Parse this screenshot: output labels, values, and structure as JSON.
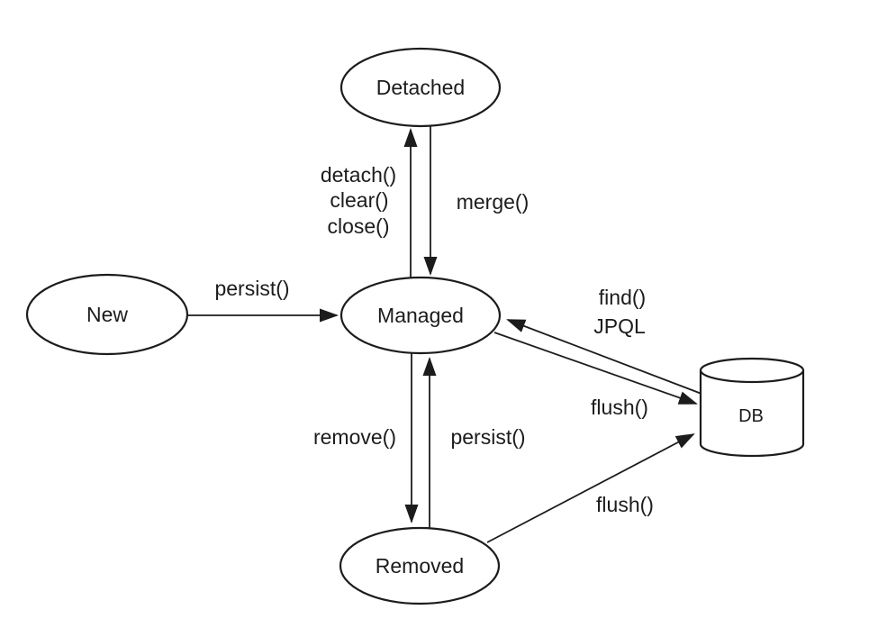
{
  "colors": {
    "background": "#ffffff",
    "stroke": "#1c1c1c",
    "text": "#1c1c1c",
    "node_fill": "#ffffff"
  },
  "diagram_type": "state-diagram",
  "nodes": {
    "new": {
      "label": "New"
    },
    "detached": {
      "label": "Detached"
    },
    "managed": {
      "label": "Managed"
    },
    "removed": {
      "label": "Removed"
    },
    "db": {
      "label": "DB"
    }
  },
  "edges": {
    "new_to_managed": {
      "label": "persist()"
    },
    "managed_to_detached": {
      "labels": [
        "detach()",
        "clear()",
        "close()"
      ]
    },
    "detached_to_managed": {
      "label": "merge()"
    },
    "db_to_managed": {
      "labels": [
        "find()",
        "JPQL"
      ]
    },
    "managed_to_db": {
      "label": "flush()"
    },
    "managed_to_removed": {
      "label": "remove()"
    },
    "removed_to_managed": {
      "label": "persist()"
    },
    "removed_to_db": {
      "label": "flush()"
    }
  }
}
